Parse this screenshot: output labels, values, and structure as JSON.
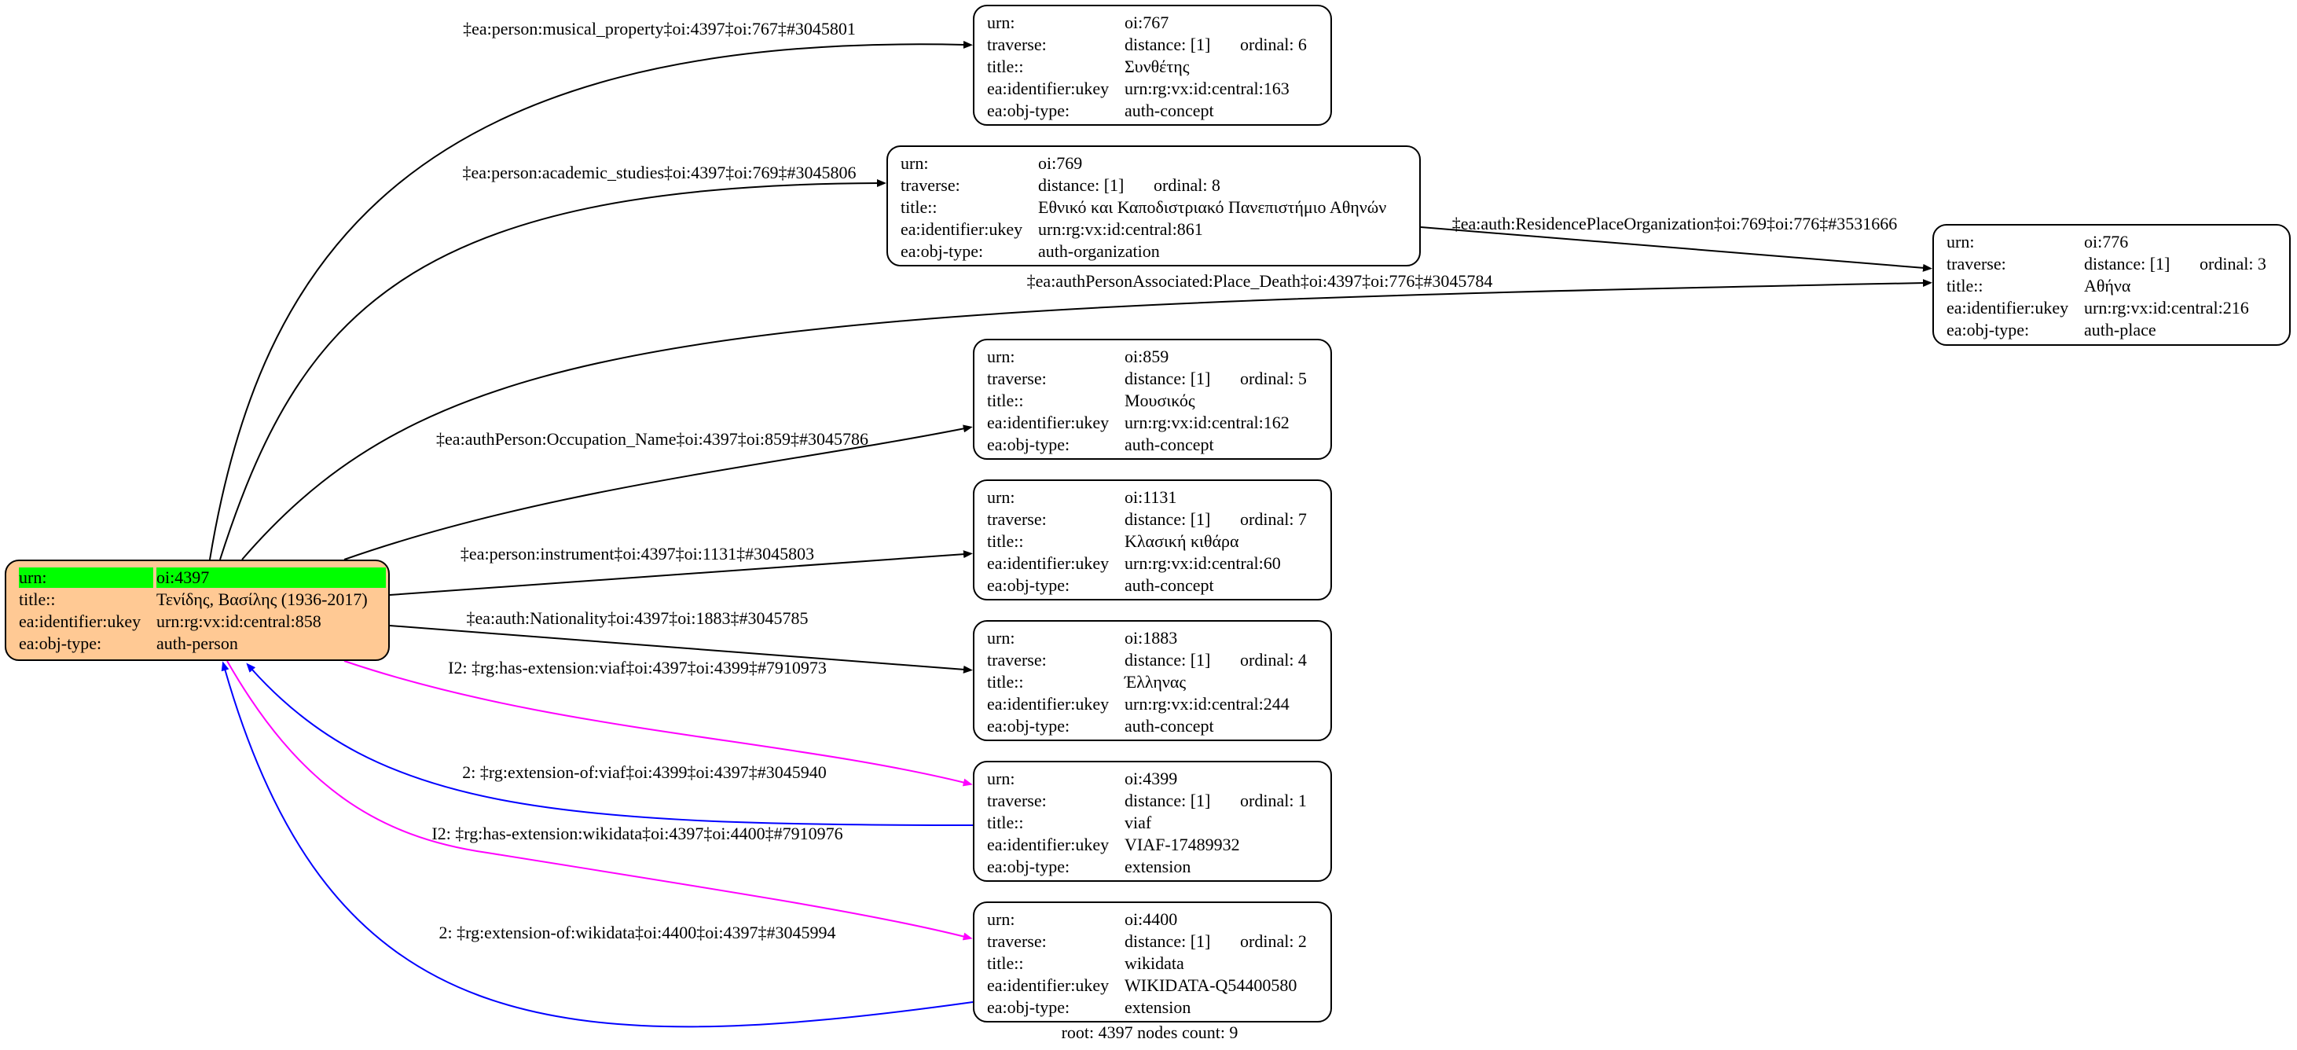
{
  "colors": {
    "root_fill": "#ffc994",
    "highlight": "#00ff00",
    "edge_default": "#000000",
    "edge_has_extension": "#ff00ff",
    "edge_extension_of": "#0000ff"
  },
  "nodes": [
    {
      "id": "oi:4397",
      "root": true,
      "rows": [
        [
          "urn:",
          "oi:4397"
        ],
        [
          "title::",
          "Τενίδης, Βασίλης (1936-2017)"
        ],
        [
          "ea:identifier:ukey",
          "urn:rg:vx:id:central:858"
        ],
        [
          "ea:obj-type:",
          "auth-person"
        ]
      ]
    },
    {
      "id": "oi:767",
      "rows": [
        [
          "urn:",
          "oi:767"
        ],
        [
          "traverse:",
          "distance: [1]",
          "ordinal: 6"
        ],
        [
          "title::",
          "Συνθέτης"
        ],
        [
          "ea:identifier:ukey",
          "urn:rg:vx:id:central:163"
        ],
        [
          "ea:obj-type:",
          "auth-concept"
        ]
      ]
    },
    {
      "id": "oi:769",
      "rows": [
        [
          "urn:",
          "oi:769"
        ],
        [
          "traverse:",
          "distance: [1]",
          "ordinal: 8"
        ],
        [
          "title::",
          "Εθνικό και Καποδιστριακό Πανεπιστήμιο Αθηνών"
        ],
        [
          "ea:identifier:ukey",
          "urn:rg:vx:id:central:861"
        ],
        [
          "ea:obj-type:",
          "auth-organization"
        ]
      ]
    },
    {
      "id": "oi:776",
      "rows": [
        [
          "urn:",
          "oi:776"
        ],
        [
          "traverse:",
          "distance: [1]",
          "ordinal: 3"
        ],
        [
          "title::",
          "Αθήνα"
        ],
        [
          "ea:identifier:ukey",
          "urn:rg:vx:id:central:216"
        ],
        [
          "ea:obj-type:",
          "auth-place"
        ]
      ]
    },
    {
      "id": "oi:859",
      "rows": [
        [
          "urn:",
          "oi:859"
        ],
        [
          "traverse:",
          "distance: [1]",
          "ordinal: 5"
        ],
        [
          "title::",
          "Μουσικός"
        ],
        [
          "ea:identifier:ukey",
          "urn:rg:vx:id:central:162"
        ],
        [
          "ea:obj-type:",
          "auth-concept"
        ]
      ]
    },
    {
      "id": "oi:1131",
      "rows": [
        [
          "urn:",
          "oi:1131"
        ],
        [
          "traverse:",
          "distance: [1]",
          "ordinal: 7"
        ],
        [
          "title::",
          "Κλασική κιθάρα"
        ],
        [
          "ea:identifier:ukey",
          "urn:rg:vx:id:central:60"
        ],
        [
          "ea:obj-type:",
          "auth-concept"
        ]
      ]
    },
    {
      "id": "oi:1883",
      "rows": [
        [
          "urn:",
          "oi:1883"
        ],
        [
          "traverse:",
          "distance: [1]",
          "ordinal: 4"
        ],
        [
          "title::",
          "Έλληνας"
        ],
        [
          "ea:identifier:ukey",
          "urn:rg:vx:id:central:244"
        ],
        [
          "ea:obj-type:",
          "auth-concept"
        ]
      ]
    },
    {
      "id": "oi:4399",
      "rows": [
        [
          "urn:",
          "oi:4399"
        ],
        [
          "traverse:",
          "distance: [1]",
          "ordinal: 1"
        ],
        [
          "title::",
          "viaf"
        ],
        [
          "ea:identifier:ukey",
          "VIAF-17489932"
        ],
        [
          "ea:obj-type:",
          "extension"
        ]
      ]
    },
    {
      "id": "oi:4400",
      "rows": [
        [
          "urn:",
          "oi:4400"
        ],
        [
          "traverse:",
          "distance: [1]",
          "ordinal: 2"
        ],
        [
          "title::",
          "wikidata"
        ],
        [
          "ea:identifier:ukey",
          "WIKIDATA-Q54400580"
        ],
        [
          "ea:obj-type:",
          "extension"
        ]
      ]
    }
  ],
  "edges": [
    {
      "from": "oi:4397",
      "to": "oi:767",
      "kind": "default",
      "label": "‡ea:person:musical_property‡oi:4397‡oi:767‡#3045801"
    },
    {
      "from": "oi:4397",
      "to": "oi:769",
      "kind": "default",
      "label": "‡ea:person:academic_studies‡oi:4397‡oi:769‡#3045806"
    },
    {
      "from": "oi:769",
      "to": "oi:776",
      "kind": "default",
      "label": "‡ea:auth:ResidencePlaceOrganization‡oi:769‡oi:776‡#3531666"
    },
    {
      "from": "oi:4397",
      "to": "oi:776",
      "kind": "default",
      "label": "‡ea:authPersonAssociated:Place_Death‡oi:4397‡oi:776‡#3045784"
    },
    {
      "from": "oi:4397",
      "to": "oi:859",
      "kind": "default",
      "label": "‡ea:authPerson:Occupation_Name‡oi:4397‡oi:859‡#3045786"
    },
    {
      "from": "oi:4397",
      "to": "oi:1131",
      "kind": "default",
      "label": "‡ea:person:instrument‡oi:4397‡oi:1131‡#3045803"
    },
    {
      "from": "oi:4397",
      "to": "oi:1883",
      "kind": "default",
      "label": "‡ea:auth:Nationality‡oi:4397‡oi:1883‡#3045785"
    },
    {
      "from": "oi:4397",
      "to": "oi:4399",
      "kind": "has_extension",
      "label": "I2: ‡rg:has-extension:viaf‡oi:4397‡oi:4399‡#7910973"
    },
    {
      "from": "oi:4399",
      "to": "oi:4397",
      "kind": "extension_of",
      "label": "2: ‡rg:extension-of:viaf‡oi:4399‡oi:4397‡#3045940"
    },
    {
      "from": "oi:4397",
      "to": "oi:4400",
      "kind": "has_extension",
      "label": "I2: ‡rg:has-extension:wikidata‡oi:4397‡oi:4400‡#7910976"
    },
    {
      "from": "oi:4400",
      "to": "oi:4397",
      "kind": "extension_of",
      "label": "2: ‡rg:extension-of:wikidata‡oi:4400‡oi:4397‡#3045994"
    }
  ],
  "footer": "root: 4397 nodes count: 9"
}
